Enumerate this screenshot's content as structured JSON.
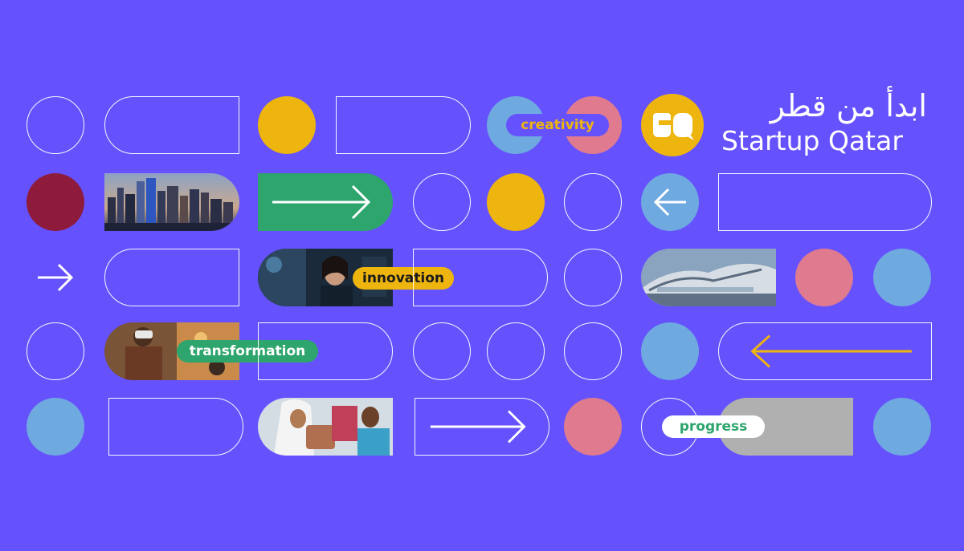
{
  "brand": {
    "logo_text": "SQ",
    "name_ar": "ابدأ من قطر",
    "name_en": "Startup Qatar"
  },
  "labels": {
    "creativity": "creativity",
    "innovation": "innovation",
    "transformation": "transformation",
    "progress": "progress"
  },
  "colors": {
    "background": "#6652FC",
    "yellow": "#EDB50E",
    "maroon": "#8E1B3B",
    "green": "#2DA56C",
    "light_blue": "#6EA9E0",
    "pink": "#E07A8F",
    "grey": "#B0B0B0"
  },
  "icons": [
    "arrow-right-icon",
    "arrow-left-icon"
  ]
}
